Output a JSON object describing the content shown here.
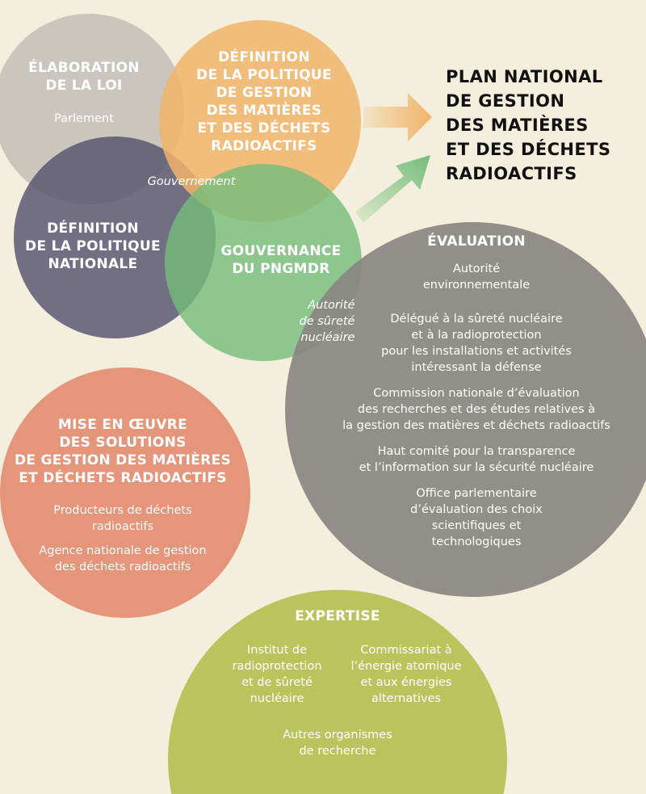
{
  "colors": {
    "background": "#f3efdc",
    "loi": "#c7c3bc",
    "gestion": "#f0b468",
    "nationale": "#5a5773",
    "gouvernance": "#74bd7a",
    "evaluation": "#8a8681",
    "mise_en_oeuvre": "#e4957a",
    "expertise": "#b9c55c"
  },
  "title": [
    "PLAN NATIONAL",
    "DE GESTION",
    "DES MATIÈRES",
    "ET DES DÉCHETS",
    "RADIOACTIFS"
  ],
  "loi": {
    "heading": [
      "ÉLABORATION",
      "DE LA LOI"
    ],
    "actor": "Parlement"
  },
  "gestion": {
    "heading": [
      "DÉFINITION",
      "DE LA POLITIQUE",
      "DE GESTION",
      "DES MATIÈRES",
      "ET DES DÉCHETS",
      "RADIOACTIFS"
    ]
  },
  "gouvernement": "Gouvernement",
  "nationale": {
    "heading": [
      "DÉFINITION",
      "DE LA POLITIQUE",
      "NATIONALE"
    ]
  },
  "gouvernance": {
    "heading": [
      "GOUVERNANCE",
      "DU PNGMDR"
    ],
    "actor": [
      "Autorité",
      "de sûreté",
      "nucléaire"
    ]
  },
  "evaluation": {
    "heading": "ÉVALUATION",
    "actors": [
      [
        "Autorité",
        "environnementale"
      ],
      [
        "Délégué à la sûreté nucléaire",
        "et à la radioprotection",
        "pour les installations et activités",
        "intéressant la défense"
      ],
      [
        "Commission nationale d’évaluation",
        "des recherches et des études relatives à",
        "la gestion des matières et déchets radioactifs"
      ],
      [
        "Haut comité pour la transparence",
        "et l’information sur la sécurité nucléaire"
      ],
      [
        "Office parlementaire",
        "d’évaluation des choix",
        "scientifiques et",
        "technologiques"
      ]
    ]
  },
  "mise_en_oeuvre": {
    "heading": [
      "MISE EN ŒUVRE",
      "DES SOLUTIONS",
      "DE GESTION DES MATIÈRES",
      "ET DÉCHETS RADIOACTIFS"
    ],
    "actors": [
      [
        "Producteurs de déchets",
        "radioactifs"
      ],
      [
        "Agence nationale de gestion",
        "des déchets radioactifs"
      ]
    ]
  },
  "expertise": {
    "heading": "EXPERTISE",
    "actors": [
      [
        "Institut de",
        "radioprotection",
        "et de sûreté",
        "nucléaire"
      ],
      [
        "Commissariat à",
        "l’énergie atomique",
        "et aux énergies",
        "alternatives"
      ],
      [
        "Autres organismes",
        "de recherche"
      ]
    ]
  }
}
